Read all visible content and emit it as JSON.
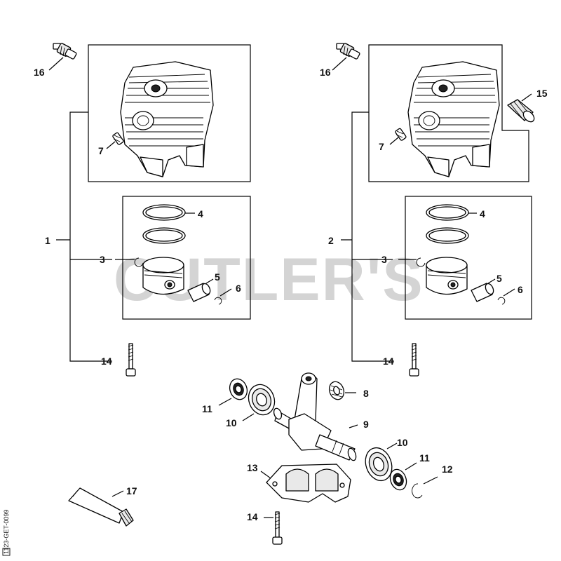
{
  "watermark": "CUTLER'S",
  "drawing_code": "1123-GET-0099",
  "callouts": {
    "c1": "1",
    "c2": "2",
    "c3a": "3",
    "c3b": "3",
    "c4a": "4",
    "c4b": "4",
    "c5a": "5",
    "c5b": "5",
    "c6a": "6",
    "c6b": "6",
    "c7a": "7",
    "c7b": "7",
    "c8": "8",
    "c9": "9",
    "c10a": "10",
    "c10b": "10",
    "c11a": "11",
    "c11b": "11",
    "c12": "12",
    "c13": "13",
    "c14a": "14",
    "c14b": "14",
    "c14c": "14",
    "c15": "15",
    "c16a": "16",
    "c16b": "16",
    "c17": "17"
  }
}
